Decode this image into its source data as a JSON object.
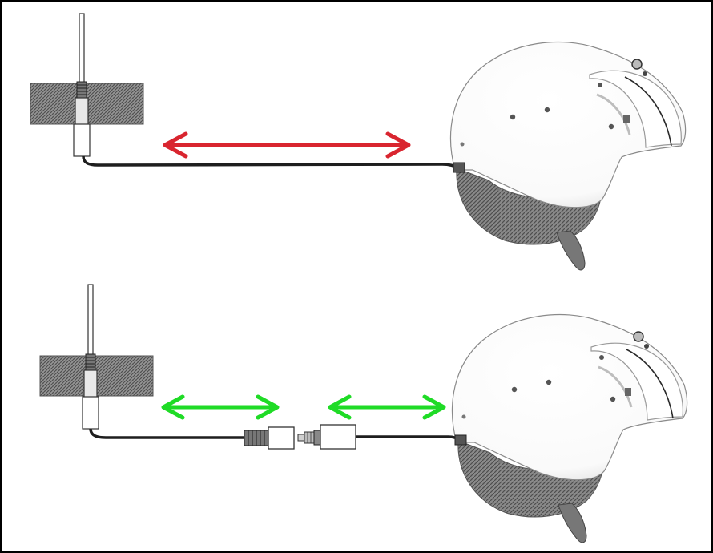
{
  "diagram": {
    "panels": [
      {
        "id": "top",
        "connection": "direct-cable",
        "arrow_color": "#d9252f",
        "arrow_count": 1
      },
      {
        "id": "bottom",
        "connection": "quick-disconnect-plug",
        "arrow_color": "#1fdb26",
        "arrow_count": 2
      }
    ],
    "colors": {
      "frame": "#000000",
      "cable": "#1e1e1e",
      "mount_block": "#8a8a8a",
      "helmet_fill": "#ffffff",
      "helmet_outline": "#9a9a9a",
      "liner": "#7d7d7d"
    },
    "icons": [
      "mount-block-icon",
      "jack-connector-icon",
      "helmet-icon",
      "plug-connector-icon",
      "double-arrow-icon"
    ]
  }
}
